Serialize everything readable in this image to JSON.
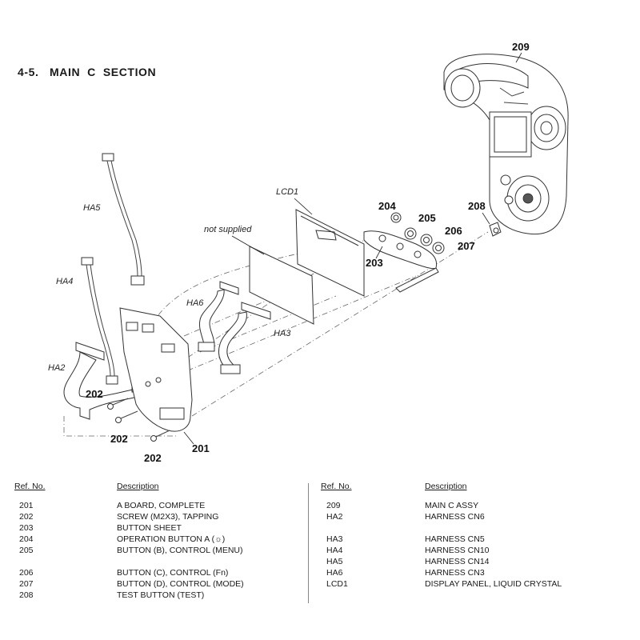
{
  "title": "4-5.   MAIN  C  SECTION",
  "labels": {
    "ref209": "209",
    "ha5": "HA5",
    "ha4": "HA4",
    "ha2": "HA2",
    "ha6": "HA6",
    "ha3": "HA3",
    "lcd1": "LCD1",
    "not_supplied": "not supplied",
    "ref204": "204",
    "ref205": "205",
    "ref206": "206",
    "ref207": "207",
    "ref203": "203",
    "ref208": "208",
    "ref202a": "202",
    "ref202b": "202",
    "ref202c": "202",
    "ref201": "201"
  },
  "table": {
    "headers": {
      "ref_left": "Ref. No.",
      "desc_left": "Description",
      "ref_right": "Ref. No.",
      "desc_right": "Description"
    },
    "left_rows": [
      {
        "ref": "201",
        "desc": "A BOARD, COMPLETE"
      },
      {
        "ref": "202",
        "desc": "SCREW (M2X3), TAPPING"
      },
      {
        "ref": "203",
        "desc": "BUTTON SHEET"
      },
      {
        "ref": "204",
        "desc": "OPERATION BUTTON A (☼)"
      },
      {
        "ref": "205",
        "desc": "BUTTON (B), CONTROL (MENU)"
      },
      {
        "ref": "206",
        "desc": "BUTTON (C), CONTROL (Fn)"
      },
      {
        "ref": "207",
        "desc": "BUTTON (D), CONTROL (MODE)"
      },
      {
        "ref": "208",
        "desc": "TEST BUTTON (TEST)"
      }
    ],
    "right_rows": [
      {
        "ref": "209",
        "desc": "MAIN C ASSY"
      },
      {
        "ref": "HA2",
        "desc": "HARNESS CN6"
      },
      {
        "ref": "HA3",
        "desc": "HARNESS CN5"
      },
      {
        "ref": "HA4",
        "desc": "HARNESS CN10"
      },
      {
        "ref": "HA5",
        "desc": "HARNESS CN14"
      },
      {
        "ref": "HA6",
        "desc": "HARNESS CN3"
      },
      {
        "ref": "LCD1",
        "desc": "DISPLAY PANEL, LIQUID CRYSTAL"
      }
    ]
  }
}
